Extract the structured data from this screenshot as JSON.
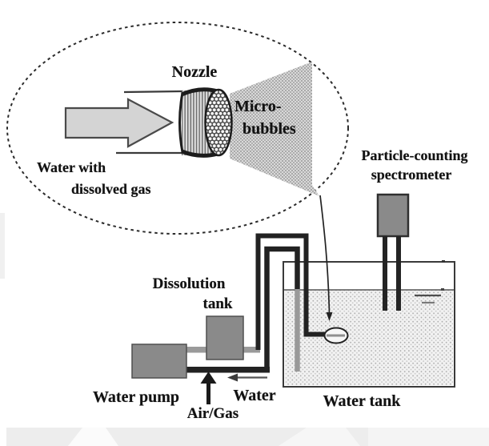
{
  "figure": {
    "inset": {
      "nozzle": "Nozzle",
      "microbubbles": {
        "line1": "Micro-",
        "line2": "bubbles"
      },
      "inflow": {
        "line1": "Water with",
        "line2": "dissolved gas"
      }
    },
    "system": {
      "spectrometer": {
        "line1": "Particle-counting",
        "line2": "spectrometer"
      },
      "dissolution": {
        "line1": "Dissolution",
        "line2": "tank"
      },
      "pump": "Water pump",
      "air_gas": "Air/Gas",
      "water_flow": "Water",
      "tank": "Water tank"
    },
    "colors": {
      "background": "#ffffff",
      "text": "#121212",
      "box_gray": "#8a8a8a",
      "flow_arrow_gray": "#d4d4d4",
      "pipe_dark": "#222222",
      "pipe_gray": "#999999",
      "water_stipple": "#f2f2f2",
      "spray_stipple": "#d9d9d9"
    }
  }
}
